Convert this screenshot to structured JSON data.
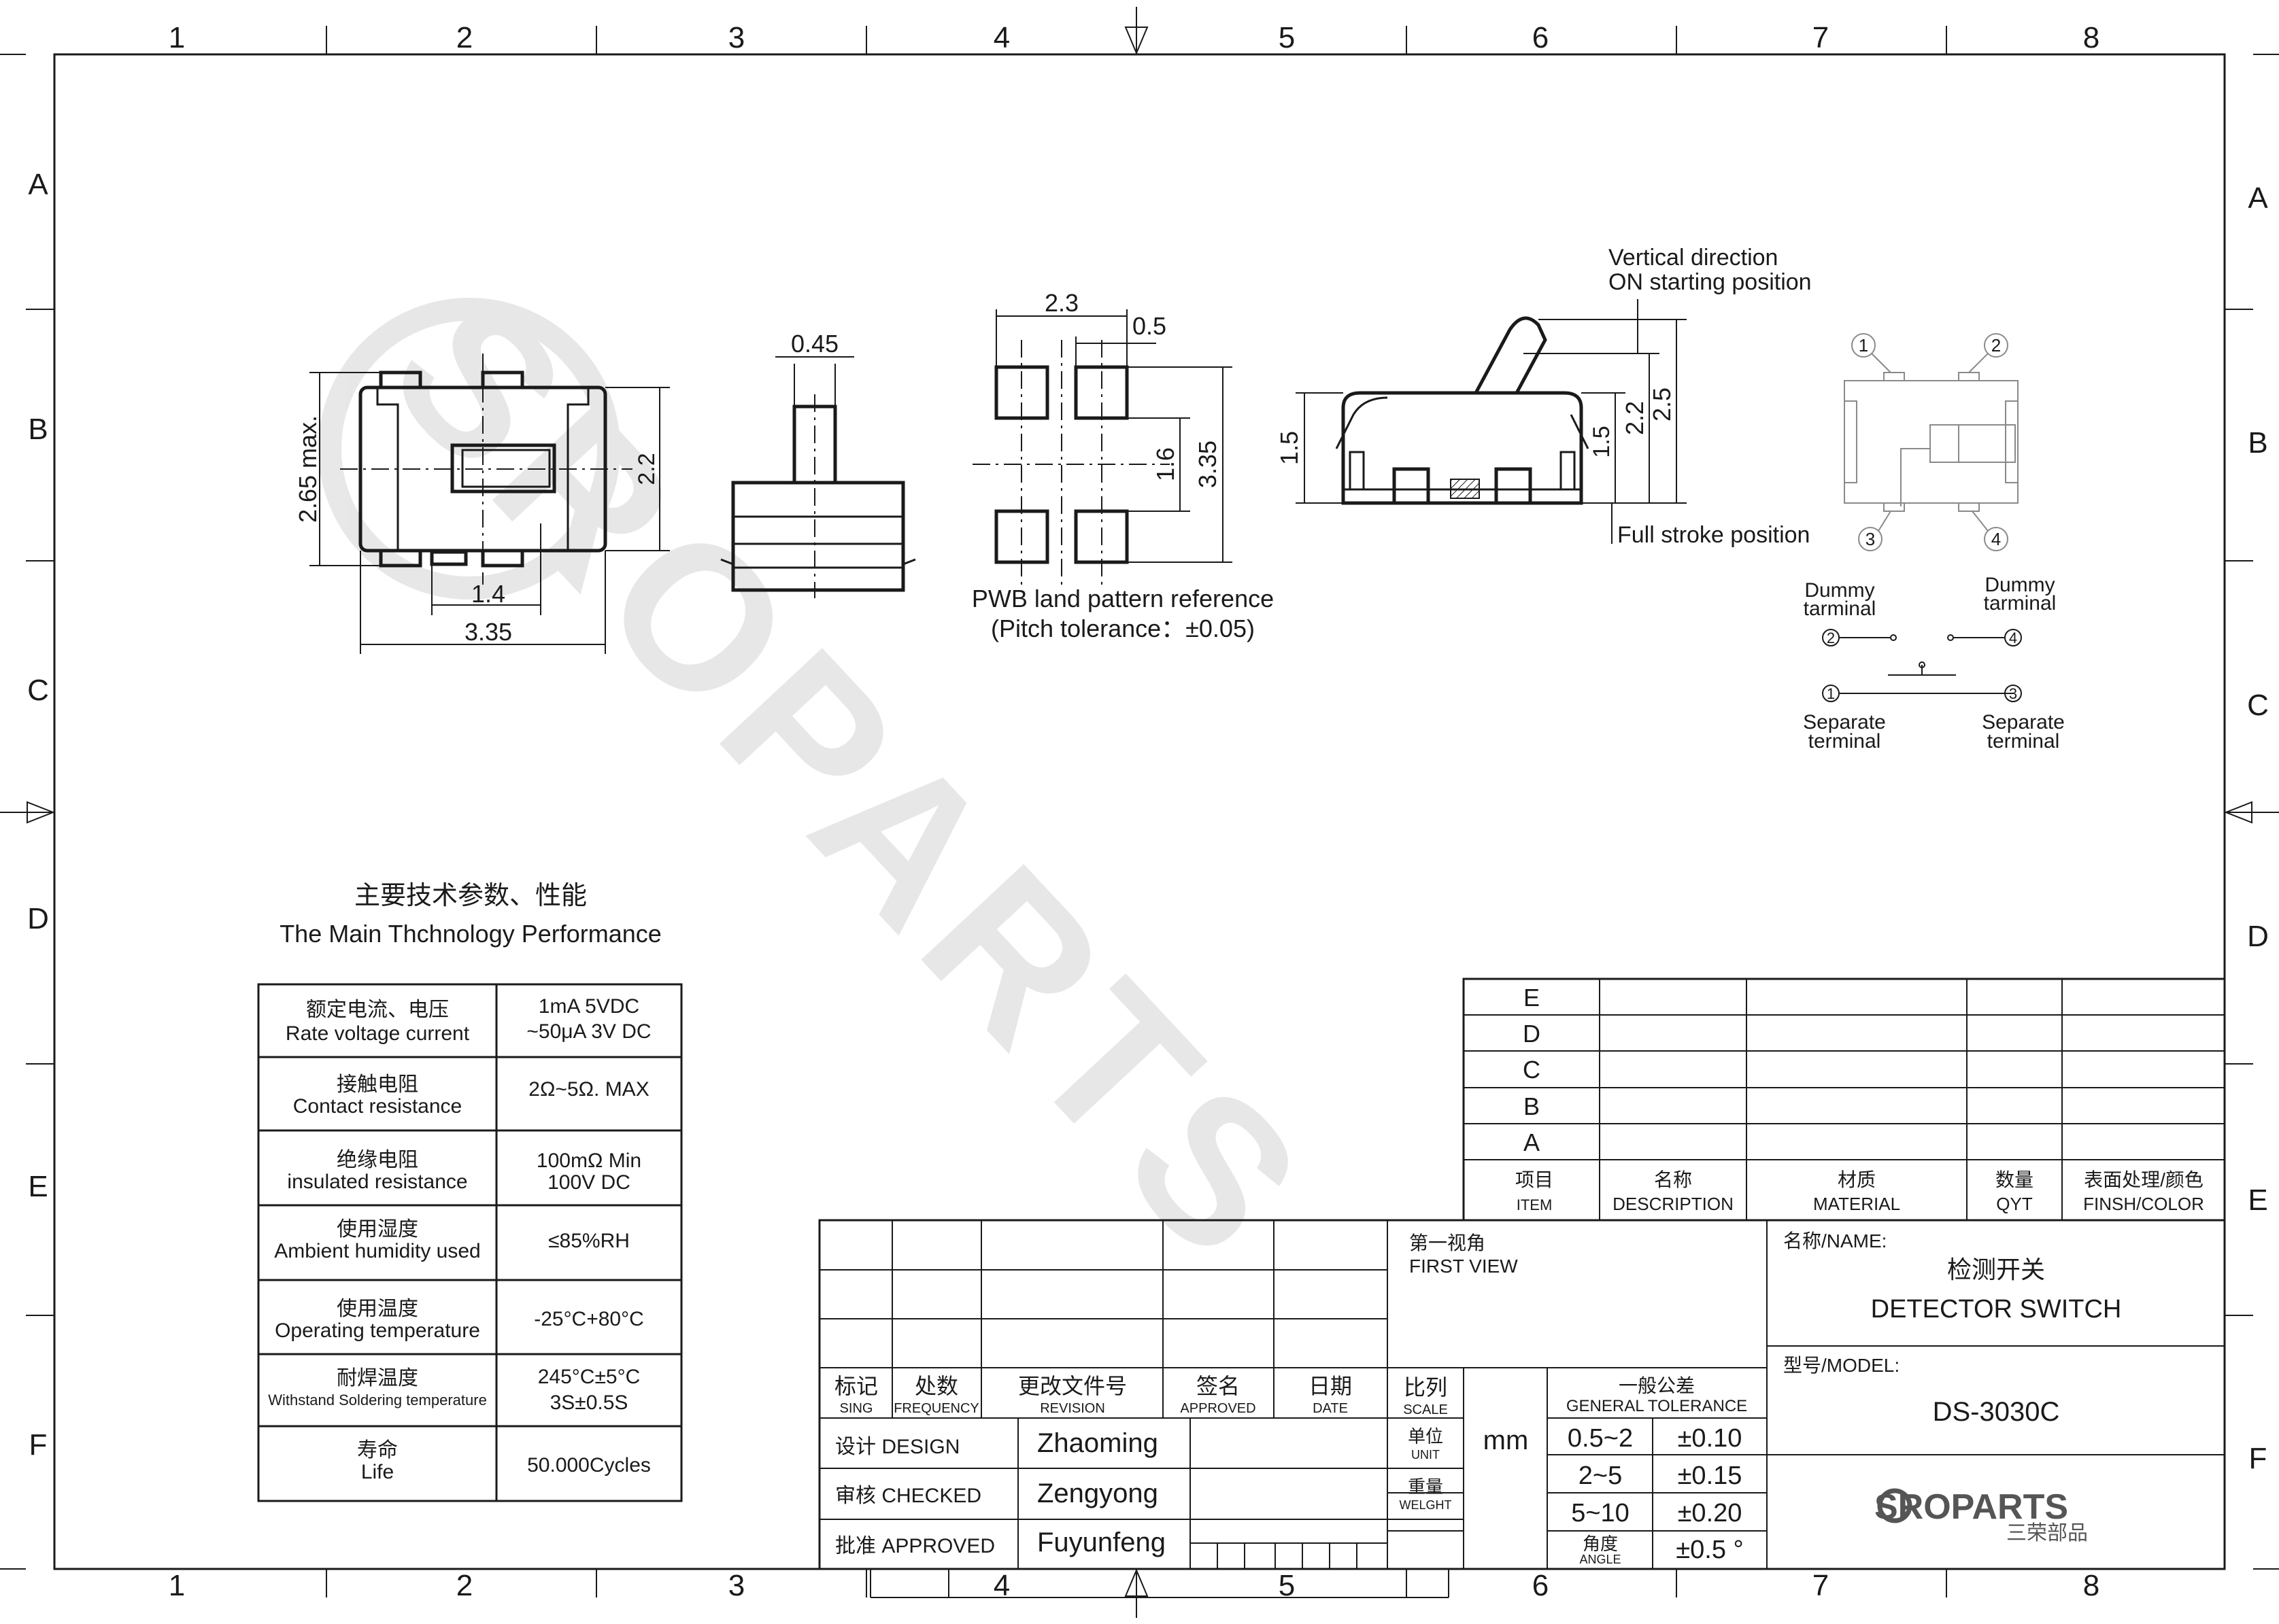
{
  "frame": {
    "cols": [
      "1",
      "2",
      "3",
      "4",
      "5",
      "6",
      "7",
      "8"
    ],
    "rows": [
      "A",
      "B",
      "C",
      "D",
      "E",
      "F"
    ]
  },
  "watermark": "SROPARTS",
  "views": {
    "top": {
      "dim_height": "2.65 max.",
      "dim_right": "2.2",
      "dim_inner": "1.4",
      "dim_width": "3.35"
    },
    "side": {
      "dim_top": "0.45"
    },
    "pwb": {
      "dim_top": "2.3",
      "dim_top2": "0.5",
      "dim_mid": "1.6",
      "dim_right": "3.35",
      "label1": "PWB land pattern reference",
      "label2": "(Pitch tolerance：±0.05)"
    },
    "front": {
      "dim_left": "1.5",
      "dim_a": "1.5",
      "dim_b": "2.2",
      "dim_c": "2.5",
      "callout_top1": "Vertical direction",
      "callout_top2": "ON starting position",
      "callout_bottom": "Full stroke position"
    },
    "schematic": {
      "pins": [
        "1",
        "2",
        "3",
        "4"
      ],
      "dummy1": "Dummy",
      "dummy2a": "tarminal",
      "dummy2b": "tarminal",
      "separate": "Separate",
      "terminal": "terminal"
    }
  },
  "perf": {
    "title_cn": "主要技术参数、性能",
    "title_en": "The Main Thchnology Performance",
    "rows": [
      {
        "cn": "额定电流、电压",
        "en": "Rate voltage current",
        "v1": "1mA   5VDC",
        "v2": "~50μA 3V DC"
      },
      {
        "cn": "接触电阻",
        "en": "Contact resistance",
        "v1": "2Ω~5Ω. MAX",
        "v2": ""
      },
      {
        "cn": "绝缘电阻",
        "en": "insulated resistance",
        "v1": "100mΩ  Min",
        "v2": "100V DC"
      },
      {
        "cn": "使用湿度",
        "en": "Ambient humidity used",
        "v1": "≤85%RH",
        "v2": ""
      },
      {
        "cn": "使用温度",
        "en": "Operating temperature",
        "v1": "-25°C+80°C",
        "v2": ""
      },
      {
        "cn": "耐焊温度",
        "en": "Withstand Soldering temperature",
        "v1": "245°C±5°C",
        "v2": "3S±0.5S"
      },
      {
        "cn": "寿命",
        "en": "Life",
        "v1": "50.000Cycles",
        "v2": ""
      }
    ]
  },
  "bom": {
    "rows": [
      "E",
      "D",
      "C",
      "B",
      "A"
    ],
    "head": [
      {
        "cn": "项目",
        "en": "ITEM"
      },
      {
        "cn": "名称",
        "en": "DESCRIPTION"
      },
      {
        "cn": "材质",
        "en": "MATERIAL"
      },
      {
        "cn": "数量",
        "en": "QYT"
      },
      {
        "cn": "表面处理/颜色",
        "en": "FINSH/COLOR"
      }
    ]
  },
  "title_block": {
    "rev_head": [
      {
        "cn": "标记",
        "en": "SING"
      },
      {
        "cn": "处数",
        "en": "FREQUENCY"
      },
      {
        "cn": "更改文件号",
        "en": "REVISION"
      },
      {
        "cn": "签名",
        "en": "APPROVED"
      },
      {
        "cn": "日期",
        "en": "DATE"
      }
    ],
    "first_view_cn": "第一视角",
    "first_view_en": "FIRST VIEW",
    "scale_cn": "比列",
    "scale_en": "SCALE",
    "tol_cn": "一般公差",
    "tol_en": "GENERAL TOLERANCE",
    "unit_cn": "单位",
    "unit_en": "UNIT",
    "unit_val": "mm",
    "weight_cn": "重量",
    "weight_en": "WELGHT",
    "angle_cn": "角度",
    "angle_en": "ANGLE",
    "tolerances": [
      {
        "range": "0.5~2",
        "tol": "±0.10"
      },
      {
        "range": "2~5",
        "tol": "±0.15"
      },
      {
        "range": "5~10",
        "tol": "±0.20"
      },
      {
        "range": "",
        "tol": "±0.5 °"
      }
    ],
    "people": [
      {
        "role": "设计 DESIGN",
        "name": "Zhaoming"
      },
      {
        "role": "审核 CHECKED",
        "name": "Zengyong"
      },
      {
        "role": "批准 APPROVED",
        "name": "Fuyunfeng"
      }
    ],
    "name_label": "名称/NAME:",
    "name_cn": "检测开关",
    "name_en": "DETECTOR  SWITCH",
    "model_label": "型号/MODEL:",
    "model": "DS-3030C",
    "logo_text": "SROPARTS",
    "logo_cn": "三荣部品"
  }
}
